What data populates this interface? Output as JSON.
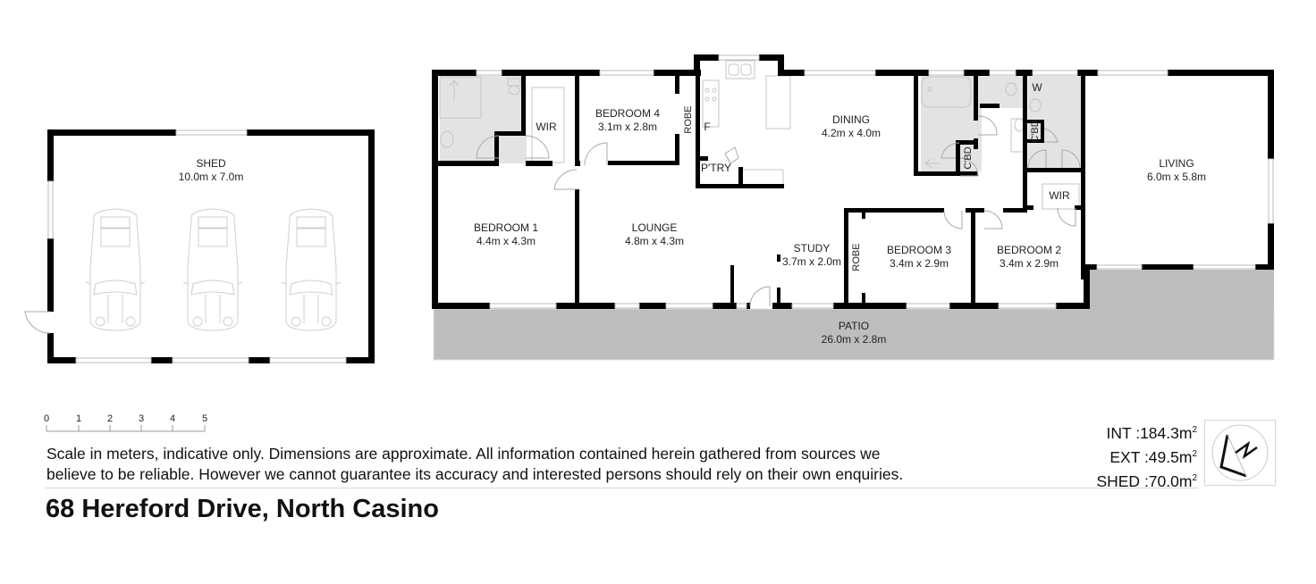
{
  "document": {
    "address": "68 Hereford Drive, North Casino",
    "disclaimer_line1": "Scale in meters, indicative only. Dimensions are approximate. All information contained herein gathered from sources we",
    "disclaimer_line2": "believe to be reliable. However we cannot guarantee its accuracy and interested persons should rely on their own enquiries."
  },
  "areas": [
    {
      "label": "INT",
      "value": ":184.3m",
      "unit_sup": "2"
    },
    {
      "label": "EXT",
      "value": ":49.5m",
      "unit_sup": "2"
    },
    {
      "label": "SHED",
      "value": ":70.0m",
      "unit_sup": "2"
    }
  ],
  "scale_bar": {
    "unit": "meters",
    "ticks": [
      "0",
      "1",
      "2",
      "3",
      "4",
      "5"
    ]
  },
  "compass": {
    "icon": "north-arrow-icon",
    "letter": "N"
  },
  "colors": {
    "wall": "#000000",
    "wet_area": "#e3e3e3",
    "patio": "#bdbdbd",
    "fixture_line": "#c8c8c8"
  },
  "shed": {
    "name": "SHED",
    "dims": "10.0m x 7.0m",
    "cars": 3
  },
  "rooms": {
    "bedroom4": {
      "name": "BEDROOM 4",
      "dims": "3.1m x 2.8m"
    },
    "dining": {
      "name": "DINING",
      "dims": "4.2m x 4.0m"
    },
    "living": {
      "name": "LIVING",
      "dims": "6.0m x 5.8m"
    },
    "bedroom1": {
      "name": "BEDROOM 1",
      "dims": "4.4m x 4.3m"
    },
    "lounge": {
      "name": "LOUNGE",
      "dims": "4.8m x 4.3m"
    },
    "study": {
      "name": "STUDY",
      "dims": "3.7m x 2.0m"
    },
    "bedroom3": {
      "name": "BEDROOM 3",
      "dims": "3.4m x 2.9m"
    },
    "bedroom2": {
      "name": "BEDROOM 2",
      "dims": "3.4m x 2.9m"
    },
    "patio": {
      "name": "PATIO",
      "dims": "26.0m x 2.8m"
    }
  },
  "small_labels": {
    "wir1": "WIR",
    "wir2": "WIR",
    "robe1": "ROBE",
    "robe2": "ROBE",
    "fridge": "F",
    "pantry": "P'TRY",
    "cbd1": "C'BD",
    "cbd2": "C'BD",
    "wc": "W"
  }
}
